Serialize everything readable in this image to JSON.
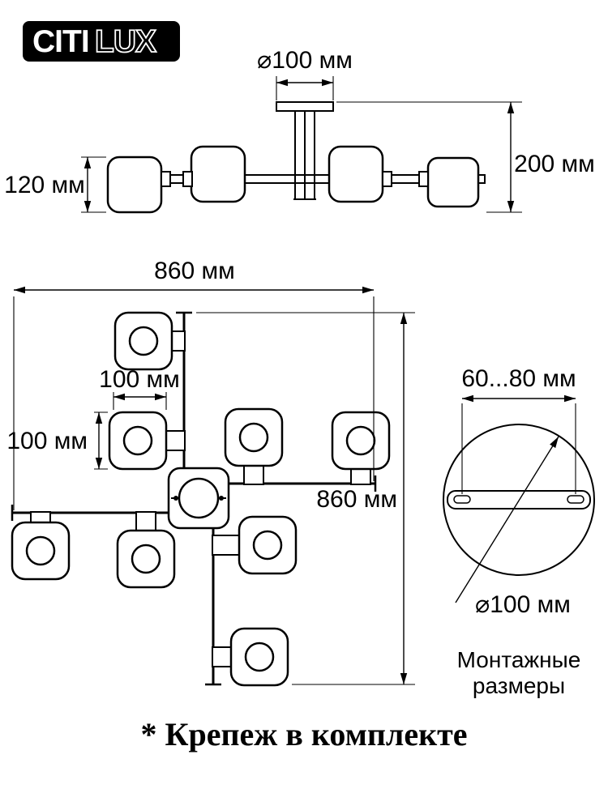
{
  "logo": {
    "citi": "CITI",
    "lux": "LUX"
  },
  "side_view": {
    "canopy_diameter": "⌀100 мм",
    "total_height": "200 мм",
    "shade_height": "120 мм"
  },
  "top_view": {
    "width": "860 мм",
    "depth": "860 мм",
    "shade_width": "100 мм",
    "shade_depth": "100 мм"
  },
  "mounting": {
    "slot_spacing": "60...80 мм",
    "plate_diameter": "⌀100 мм",
    "caption_line1": "Монтажные",
    "caption_line2": "размеры"
  },
  "footnote": "* Крепеж в комплекте"
}
